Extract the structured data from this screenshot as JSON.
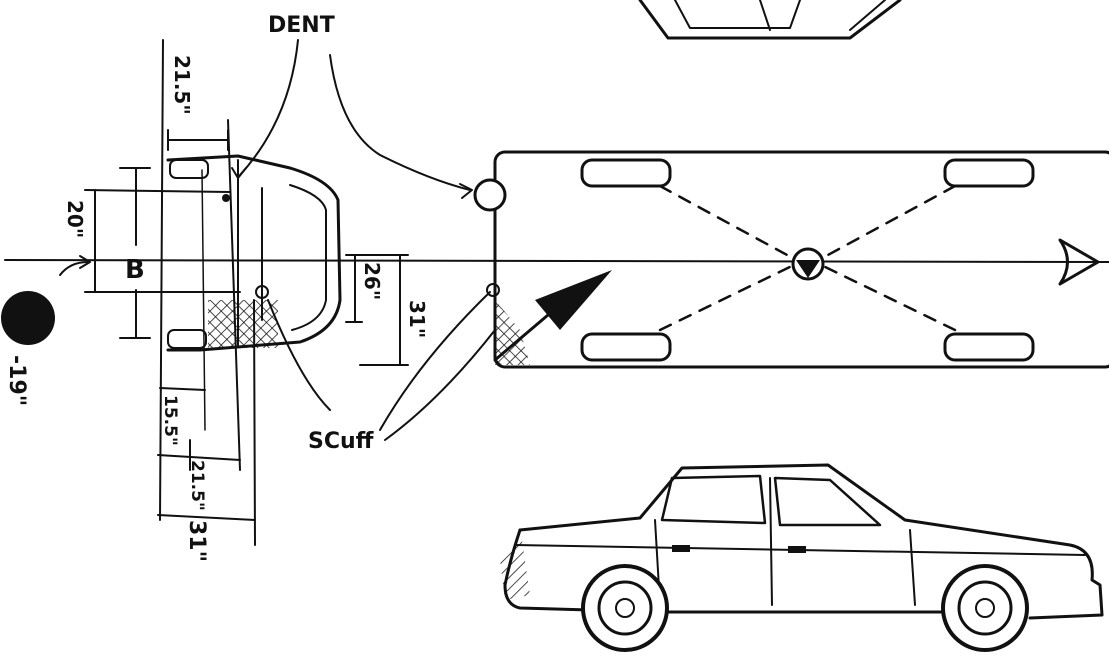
{
  "labels": {
    "dent": "DENT",
    "scuff": "SCuff",
    "b": "B",
    "m_21_5_top": "21.5\"",
    "m_20": "20\"",
    "m_26": "26\"",
    "m_31_right": "31\"",
    "m_19": "-19\"",
    "m_15_5": "15.5\"",
    "m_21_5_bottom": "21.5\"",
    "m_31_bottom": "31\""
  }
}
